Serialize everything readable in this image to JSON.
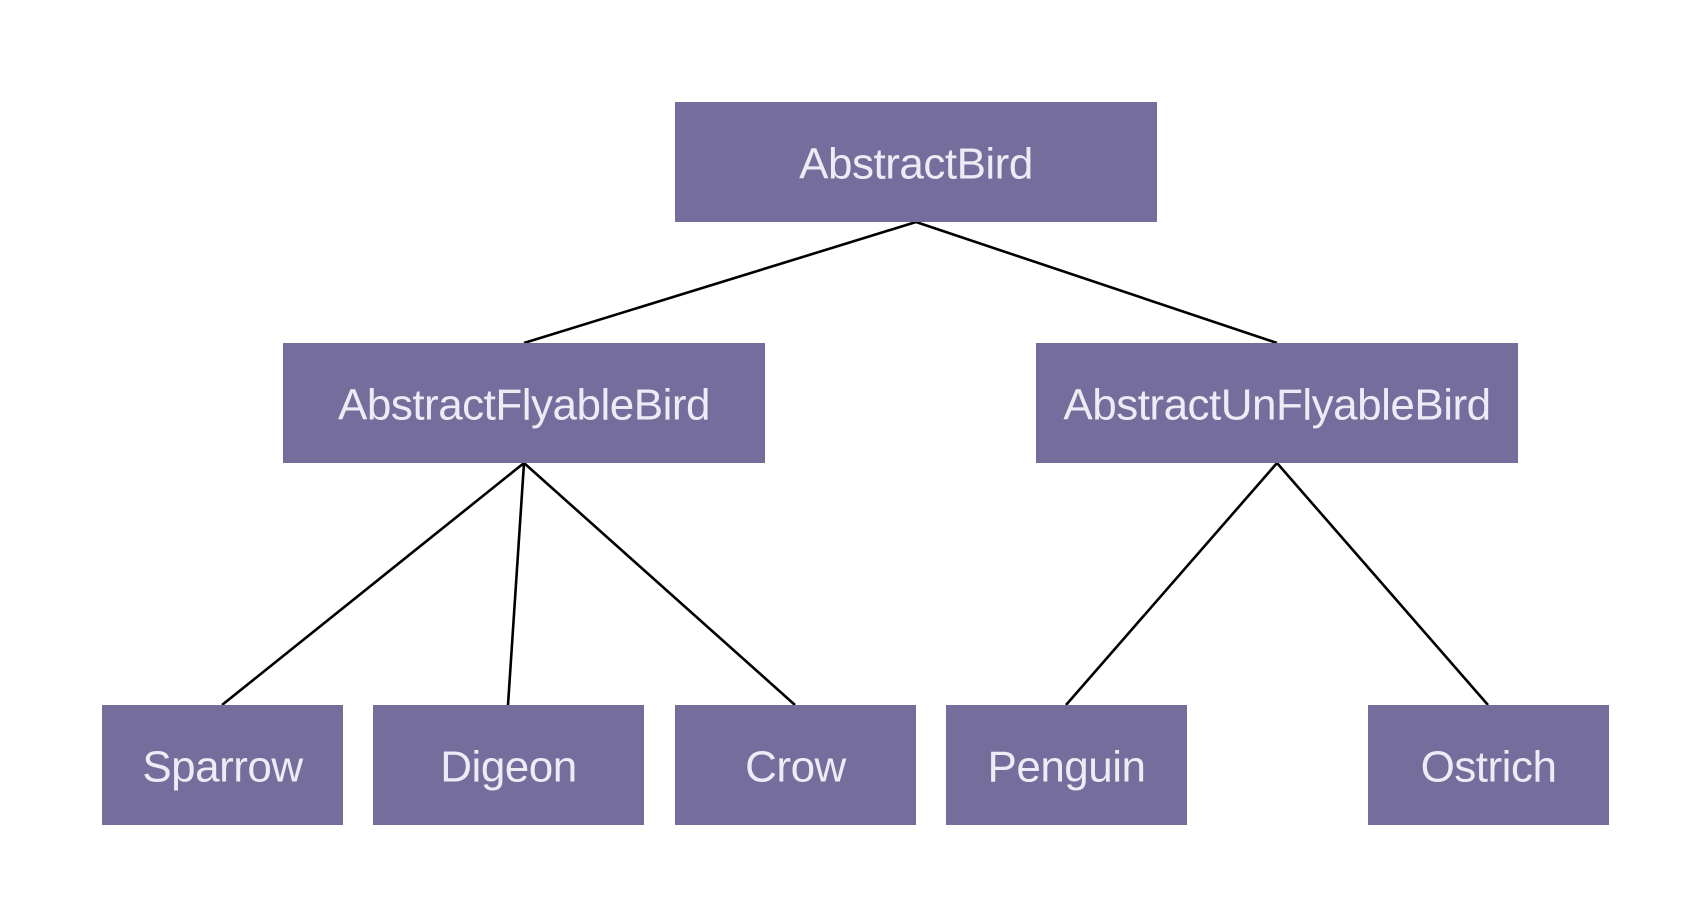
{
  "colors": {
    "node_fill": "#756d9b",
    "node_text": "#eeeaf6",
    "edge": "#000000",
    "background": "#ffffff"
  },
  "nodes": [
    {
      "id": "abstract-bird",
      "label": "AbstractBird"
    },
    {
      "id": "abstract-flyable-bird",
      "label": "AbstractFlyableBird"
    },
    {
      "id": "abstract-unflyable-bird",
      "label": "AbstractUnFlyableBird"
    },
    {
      "id": "sparrow",
      "label": "Sparrow"
    },
    {
      "id": "digeon",
      "label": "Digeon"
    },
    {
      "id": "crow",
      "label": "Crow"
    },
    {
      "id": "penguin",
      "label": "Penguin"
    },
    {
      "id": "ostrich",
      "label": "Ostrich"
    }
  ],
  "edges": [
    {
      "from": "abstract-bird",
      "to": "abstract-flyable-bird"
    },
    {
      "from": "abstract-bird",
      "to": "abstract-unflyable-bird"
    },
    {
      "from": "abstract-flyable-bird",
      "to": "sparrow"
    },
    {
      "from": "abstract-flyable-bird",
      "to": "digeon"
    },
    {
      "from": "abstract-flyable-bird",
      "to": "crow"
    },
    {
      "from": "abstract-unflyable-bird",
      "to": "penguin"
    },
    {
      "from": "abstract-unflyable-bird",
      "to": "ostrich"
    }
  ]
}
